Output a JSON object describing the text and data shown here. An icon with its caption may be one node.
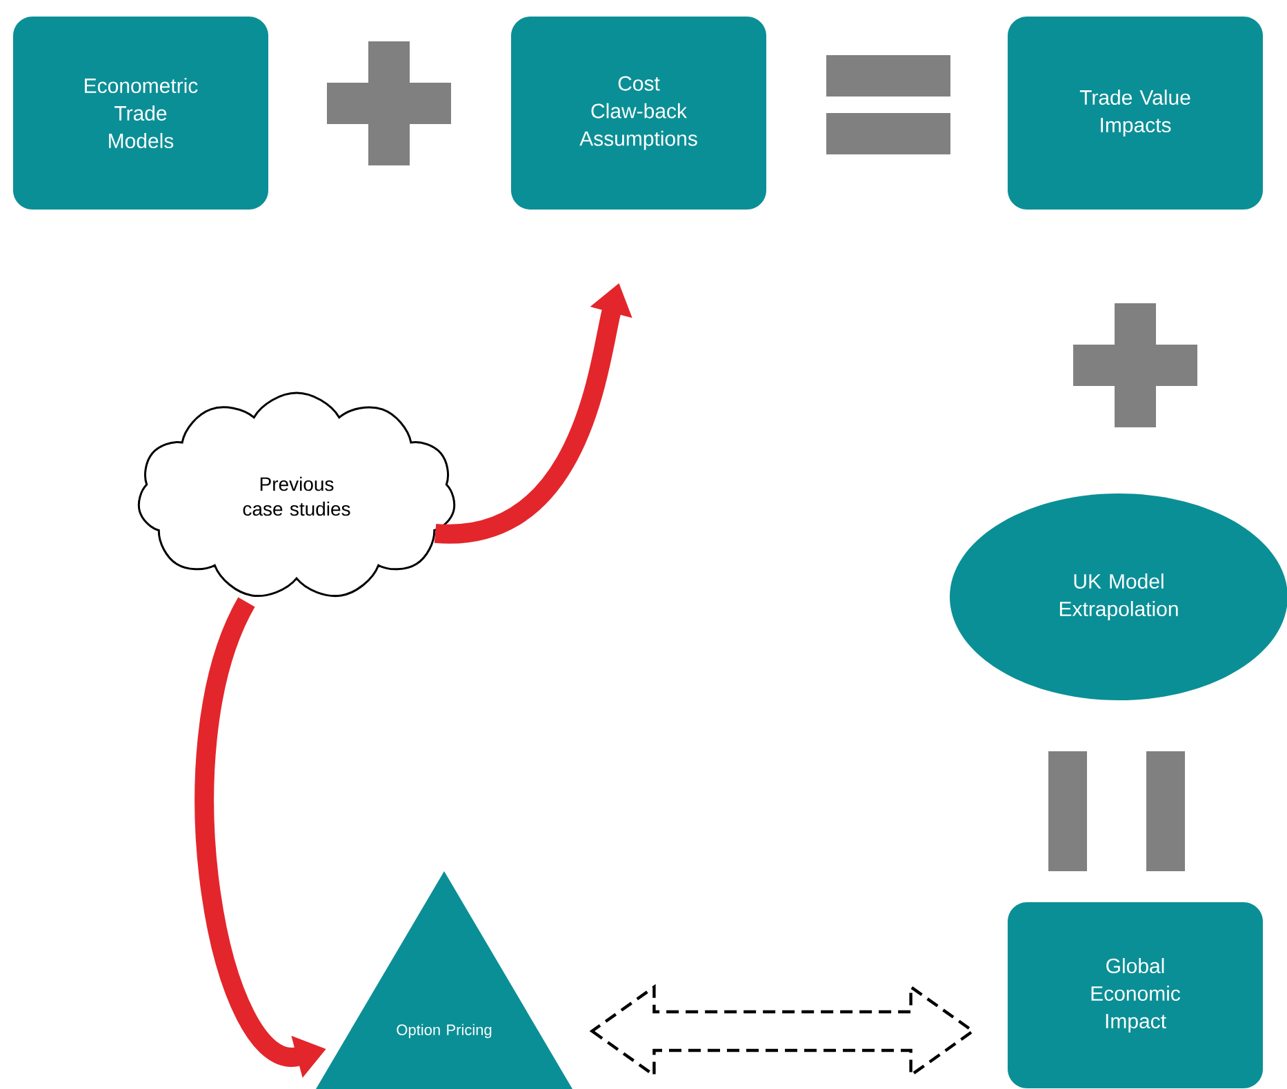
{
  "diagram": {
    "nodes": [
      {
        "text": [
          "Econometric Trade Models"
        ]
      },
      {
        "text": [
          "Cost Claw-back Assumptions"
        ]
      },
      {
        "text": [
          "Trade Value Impacts"
        ]
      },
      {
        "text": [
          "Previous case studies"
        ]
      },
      {
        "text": [
          "UK Model Extrapolation"
        ]
      },
      {
        "text": [
          "Option Pricing"
        ]
      },
      {
        "text": [
          "Global Economic Impact"
        ]
      }
    ],
    "edges": [
      {
        "from": 3,
        "to": 1,
        "arrow": "to"
      },
      {
        "from": 3,
        "to": 5,
        "arrow": "to"
      },
      {
        "from": 5,
        "to": 6,
        "arrow": "both",
        "style": "dashed",
        "color": "#000000"
      }
    ]
  }
}
